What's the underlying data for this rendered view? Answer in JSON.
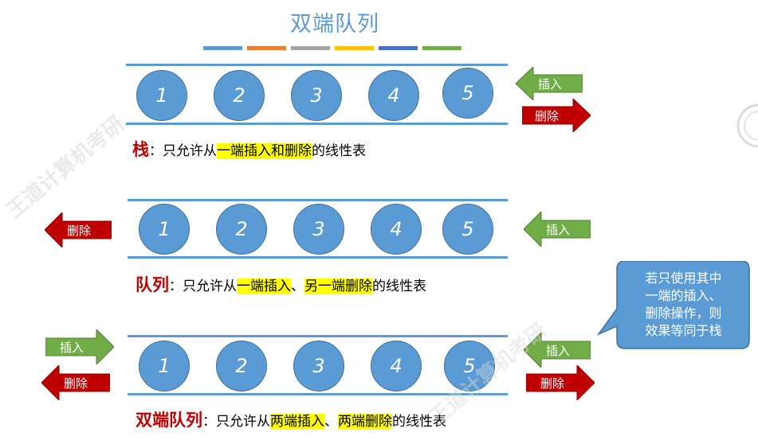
{
  "title": "双端队列",
  "colors": {
    "accent": "#5b9bd5",
    "insert_green": "#70ad47",
    "delete_red": "#c00000",
    "highlight": "#ffff00",
    "stripes": [
      "#5b9bd5",
      "#ed7d31",
      "#a5a5a5",
      "#ffc000",
      "#4472c4",
      "#70ad47"
    ]
  },
  "sections": [
    {
      "elements": [
        "1",
        "2",
        "3",
        "4",
        "5"
      ],
      "caption": {
        "keyword": "栈",
        "sep": "：",
        "pre": "只允许从",
        "hl1": "一端插入和删除",
        "mid": "",
        "hl2": "",
        "post": "的线性表"
      },
      "right_insert": "插入",
      "right_delete": "删除"
    },
    {
      "elements": [
        "1",
        "2",
        "3",
        "4",
        "5"
      ],
      "caption": {
        "keyword": "队列",
        "sep": "：",
        "pre": "只允许从",
        "hl1": "一端插入",
        "mid": "、",
        "hl2": "另一端删除",
        "post": "的线性表"
      },
      "left_delete": "删除",
      "right_insert": "插入"
    },
    {
      "elements": [
        "1",
        "2",
        "3",
        "4",
        "5"
      ],
      "caption": {
        "keyword": "双端队列",
        "sep": "：",
        "pre": "只允许从",
        "hl1": "两端插入",
        "mid": "、",
        "hl2": "两端删除",
        "post": "的线性表"
      },
      "left_insert": "插入",
      "left_delete": "删除",
      "right_insert": "插入",
      "right_delete": "删除"
    }
  ],
  "callout": {
    "lines": [
      "若只使用其中",
      "一端的插入、",
      "删除操作，则",
      "效果等同于栈"
    ]
  },
  "watermark": {
    "text": "王道计算机考研",
    "url": "www.cskaoyan.com"
  }
}
